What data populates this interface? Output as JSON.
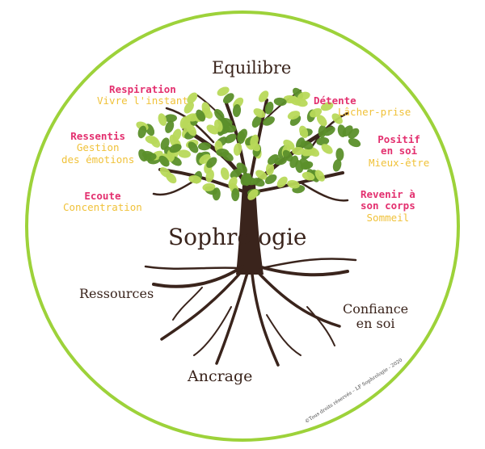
{
  "title": "Sophrologie",
  "top": "Equilibre",
  "bottom": "Ancrage",
  "left_root": "Ressources",
  "right_root": [
    "Confiance",
    "en soi"
  ],
  "left_labels": [
    {
      "pink": "Respiration",
      "gold": [
        "Vivre l'instant"
      ]
    },
    {
      "pink": "Ressentis",
      "gold": [
        "Gestion",
        "des émotions"
      ]
    },
    {
      "pink": "Ecoute",
      "gold": [
        "Concentration"
      ]
    }
  ],
  "right_labels": [
    {
      "pink": "Détente",
      "gold": [
        "Lâcher-prise"
      ]
    },
    {
      "pink": [
        "Positif",
        "en soi"
      ],
      "gold": [
        "Mieux-être"
      ]
    },
    {
      "pink": [
        "Revenir à",
        "son corps"
      ],
      "gold": [
        "Sommeil"
      ]
    }
  ],
  "copyright": "©Tous droits réservés – LF Sophrologie - 2020",
  "colors": {
    "ring": "#9dd23a",
    "brown": "#3a241c",
    "pink": "#e3306f",
    "gold": "#f0c23a",
    "leaf_dark": "#5b8f2a",
    "leaf_light": "#b8d95a"
  },
  "icons": [
    "tree-icon",
    "roots-icon"
  ]
}
